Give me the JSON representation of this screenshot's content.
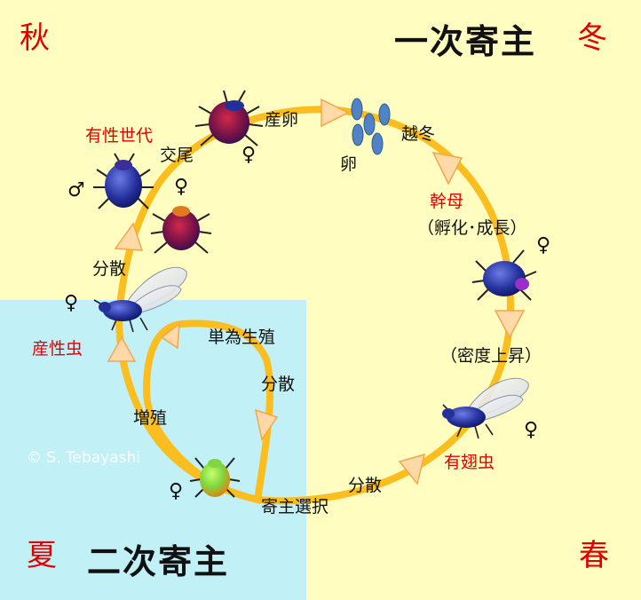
{
  "seasons": {
    "autumn": "秋",
    "winter": "冬",
    "summer": "夏",
    "spring": "春"
  },
  "hosts": {
    "primary": "一次寄主",
    "secondary": "二次寄主"
  },
  "stages": {
    "egg_laying": "産卵",
    "egg": "卵",
    "overwintering": "越冬",
    "stem_mother": "幹母",
    "hatch_growth": "（孵化･成長）",
    "density_rise": "（密度上昇）",
    "winged_aphid": "有翅虫",
    "dispersal_1": "分散",
    "host_selection": "寄主選択",
    "parthenogenesis": "単為生殖",
    "dispersal_2": "分散",
    "multiplication": "増殖",
    "sexupara": "産性虫",
    "dispersal_3": "分散",
    "mating": "交尾",
    "sexual_generation": "有性世代"
  },
  "symbols": {
    "female": "♀",
    "male": "♂"
  },
  "copyright": "© S. Tebayashi",
  "colors": {
    "background": "#FFFDC0",
    "summer_panel": "#C2F0F7",
    "cycle_ring": "#FBBE1E",
    "arrow_head": "#FFD9A8",
    "label_red": "#E00000"
  }
}
